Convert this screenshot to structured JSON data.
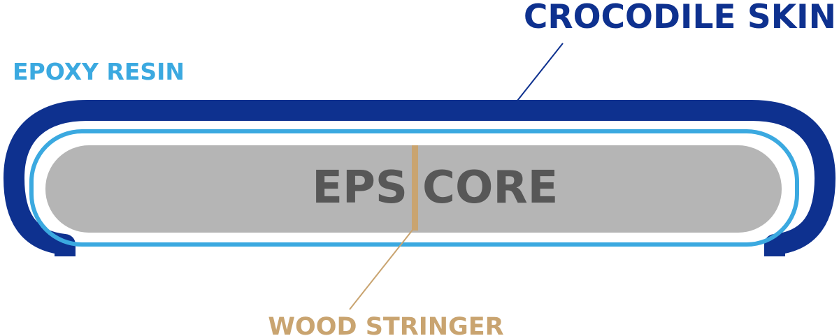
{
  "labels": {
    "crocodile_skin": "CROCODILE SKIN",
    "epoxy_resin": "EPOXY RESIN",
    "core_left": "EPS",
    "core_right": "CORE",
    "wood_stringer": "WOOD STRINGER"
  },
  "colors": {
    "crocodile_skin": "#0e318f",
    "epoxy_resin": "#3ba9e0",
    "core_fill": "#b5b5b5",
    "core_text": "#575757",
    "wood_stringer": "#c9a470",
    "background": "#ffffff"
  }
}
